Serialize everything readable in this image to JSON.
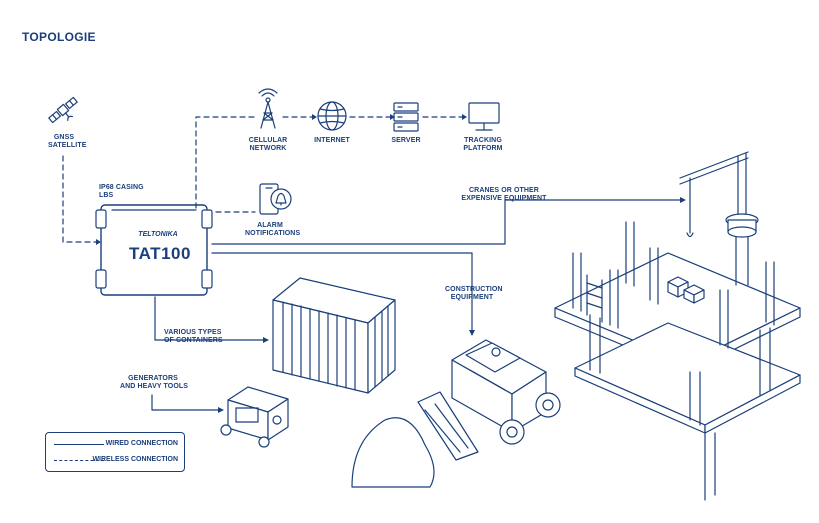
{
  "title": "TOPOLOGIE",
  "nodes": {
    "gnss": [
      "GNSS",
      "SATELLITE"
    ],
    "cellular": [
      "CELLULAR",
      "NETWORK"
    ],
    "internet": [
      "INTERNET"
    ],
    "server": [
      "SERVER"
    ],
    "tracking": [
      "TRACKING",
      "PLATFORM"
    ],
    "casing": [
      "IP68 CASING",
      "LBS"
    ],
    "alarm": [
      "ALARM",
      "NOTIFICATIONS"
    ],
    "cranes": [
      "CRANES OR OTHER",
      "EXPENSIVE EQUIPMENT"
    ],
    "construction": [
      "CONSTRUCTION",
      "EQUIPMENT"
    ],
    "containers": [
      "VARIOUS TYPES",
      "OF CONTAINERS"
    ],
    "generators": [
      "GENERATORS",
      "AND HEAVY TOOLS"
    ]
  },
  "device": {
    "brand": "TELTONIKA",
    "model": "TAT100"
  },
  "legend": {
    "wired": "WIRED CONNECTION",
    "wireless": "WIRELESS CONNECTION"
  },
  "colors": {
    "stroke": "#1a3f7a",
    "fill": "#ffffff"
  },
  "icons": [
    "satellite-icon",
    "cell-tower-icon",
    "globe-icon",
    "server-icon",
    "monitor-icon",
    "phone-alarm-icon",
    "crane-icon",
    "container-icon",
    "generator-icon",
    "loader-icon",
    "gravel-pile-icon",
    "building-frame-icon"
  ]
}
